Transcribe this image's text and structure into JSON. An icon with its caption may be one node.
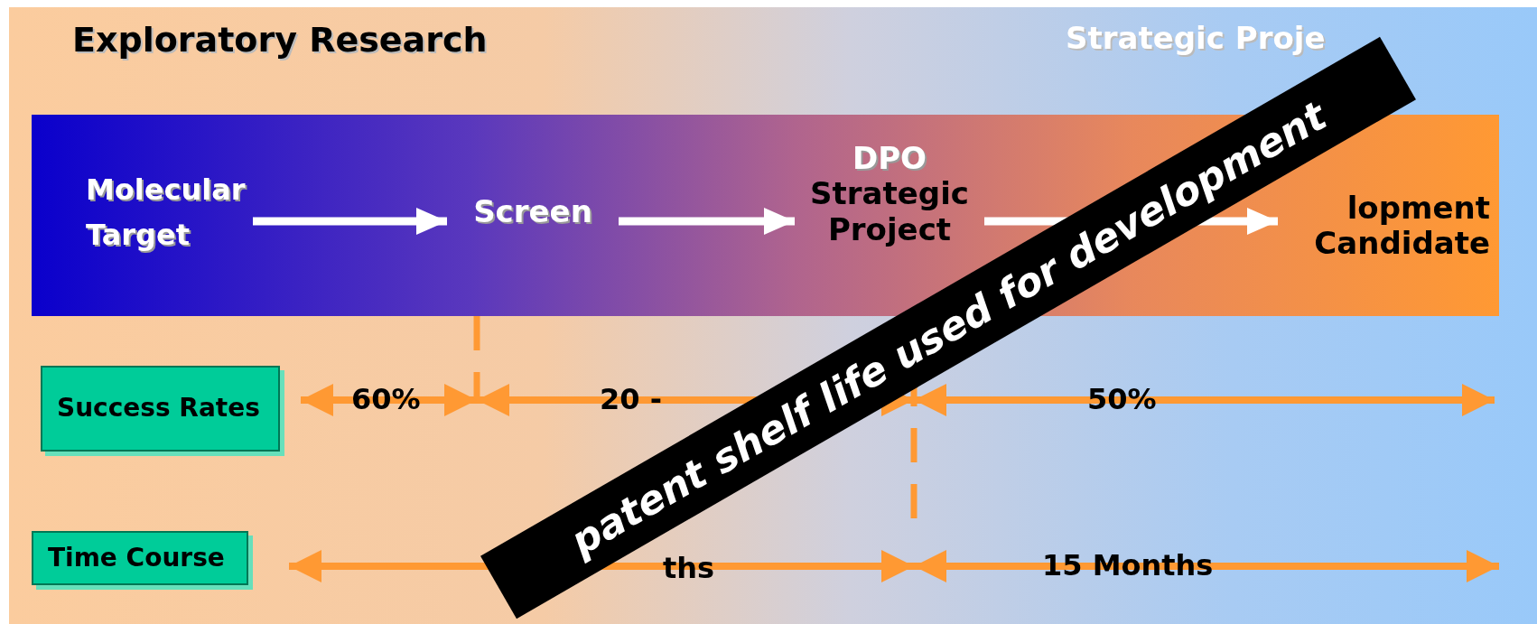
{
  "diagram": {
    "nodes": [
      {
        "text": [
          "Molecular Target"
        ]
      },
      {
        "text": [
          "Screen"
        ]
      },
      {
        "text": [
          "DPO",
          "Strategic Project"
        ]
      },
      {
        "text": [
          "lopment Candidate"
        ]
      },
      {
        "text": [
          "Success Rates"
        ]
      },
      {
        "text": [
          "Time Course"
        ]
      }
    ],
    "edges": [
      {
        "from": 0,
        "to": 1,
        "arrow": "to"
      },
      {
        "from": 1,
        "to": 2,
        "arrow": "to"
      },
      {
        "from": 2,
        "to": 3,
        "arrow": "to"
      }
    ],
    "labels": [
      "Exploratory Research",
      "Strategic Proje",
      "60%",
      "20 -",
      "50%",
      "ths",
      "15 Months",
      "patent shelf life used for development"
    ]
  }
}
